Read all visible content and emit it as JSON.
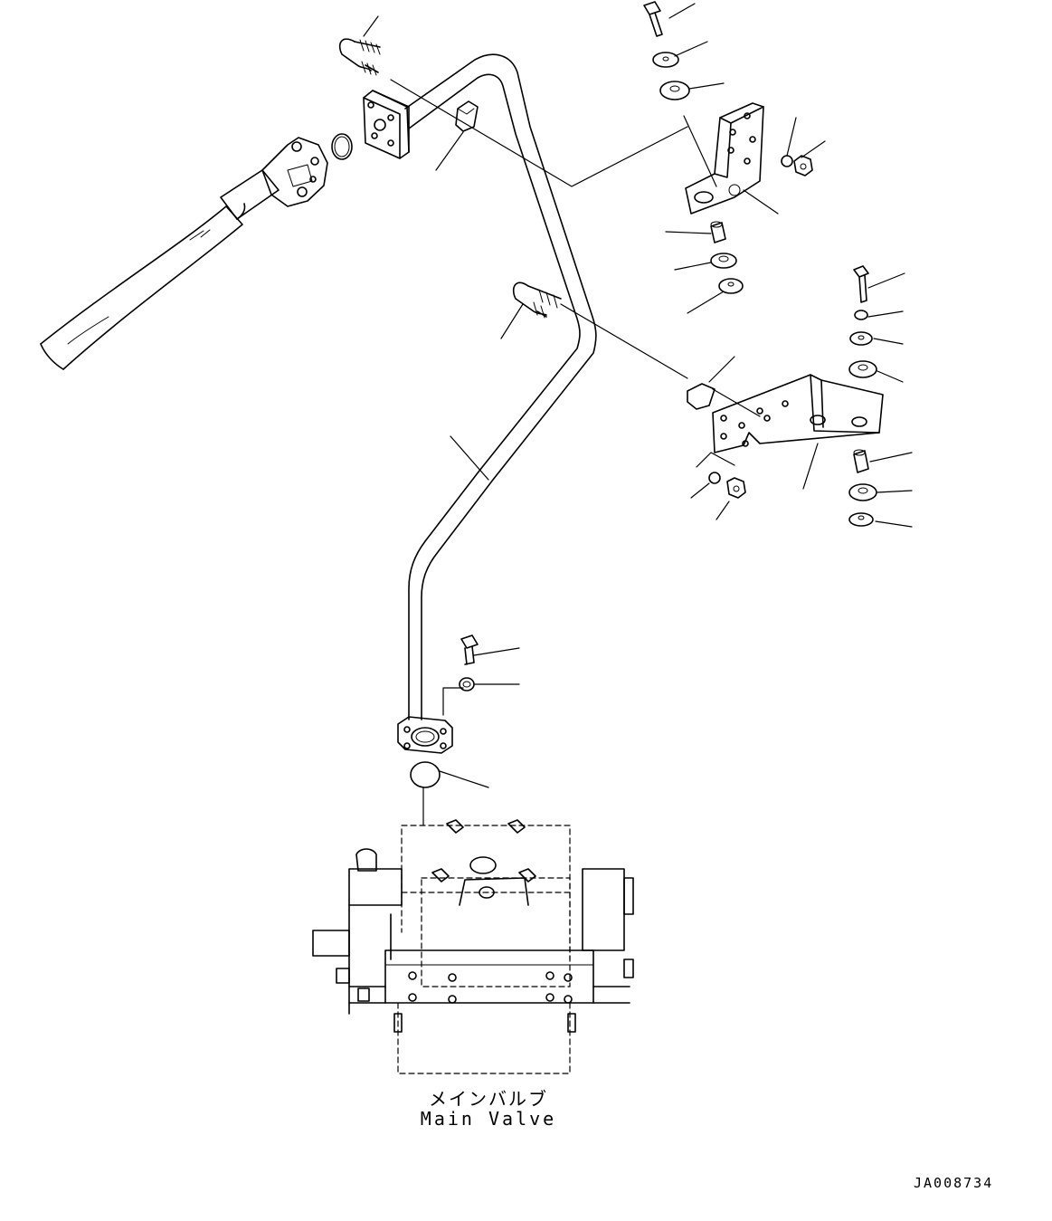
{
  "diagram": {
    "component_label_jp": "メインバルブ",
    "component_label_en": "Main Valve",
    "drawing_code": "JA008734"
  },
  "style": {
    "line_color": "#000000",
    "background": "#ffffff"
  }
}
